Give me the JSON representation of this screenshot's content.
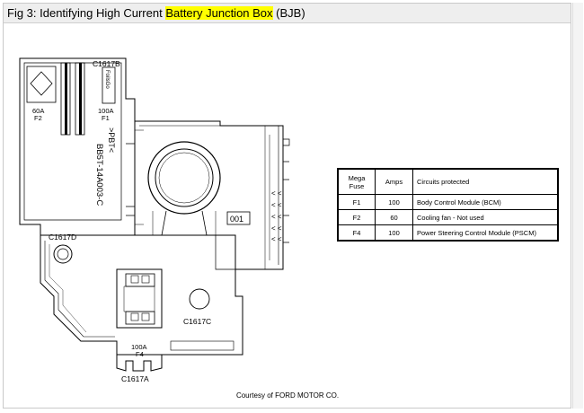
{
  "title": {
    "prefix": "Fig 3: Identifying High Current ",
    "highlight": "Battery Junction Box",
    "suffix": " (BJB)"
  },
  "labels": {
    "c1617b": "C1617B",
    "c1617d": "C1617D",
    "c1617c": "C1617C",
    "c1617a": "C1617A",
    "f2_amps": "60A",
    "f2": "F2",
    "f1_amps": "100A",
    "f1": "F1",
    "f4_amps": "100A",
    "f4": "F4",
    "pbt": ">PBT<",
    "part_number": "BB5T-14A003-C",
    "foil_label": "FoilsGo",
    "marker": "001"
  },
  "table": {
    "headers": [
      "Mega Fuse",
      "Amps",
      "Circuits protected"
    ],
    "rows": [
      [
        "F1",
        "100",
        "Body Control Module (BCM)"
      ],
      [
        "F2",
        "60",
        "Cooling fan  - Not used"
      ],
      [
        "F4",
        "100",
        "Power Steering Control Module (PSCM)"
      ]
    ]
  },
  "courtesy": "Courtesy of FORD MOTOR CO."
}
